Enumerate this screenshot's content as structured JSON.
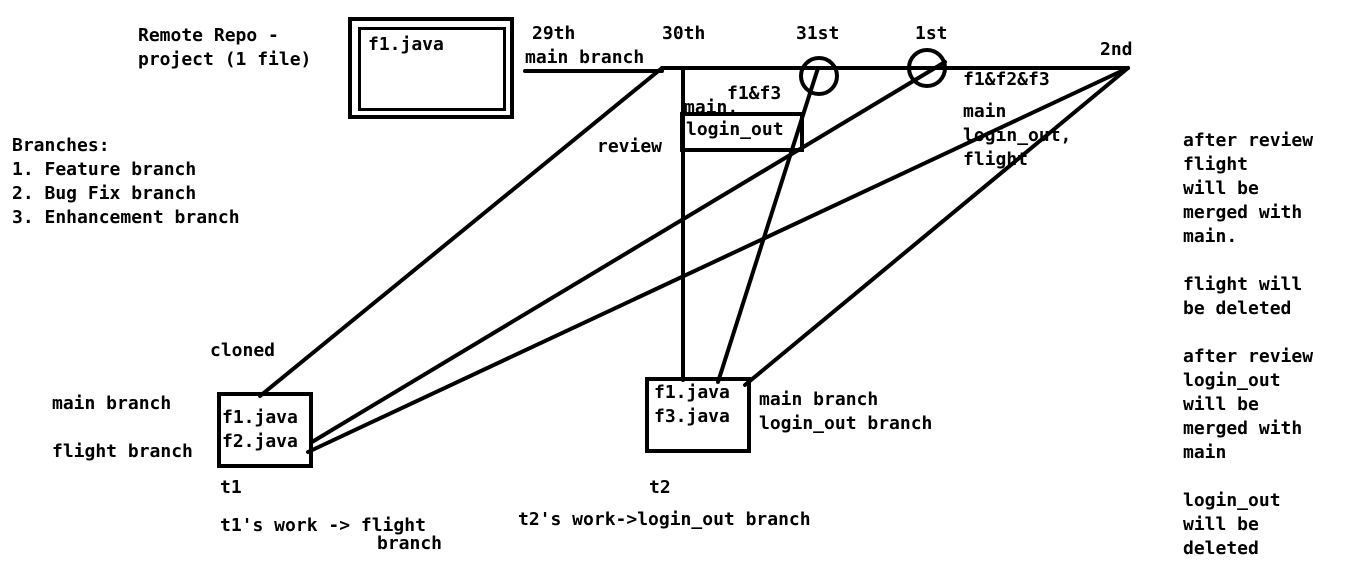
{
  "remote": {
    "title_line1": "Remote Repo -",
    "title_line2": "project (1 file)",
    "box_file": "f1.java"
  },
  "branches": {
    "heading": "Branches:",
    "items": [
      "1. Feature branch",
      "2. Bug Fix branch",
      "3. Enhancement branch"
    ]
  },
  "timeline": {
    "dates": [
      "29th",
      "30th",
      "31st",
      "1st",
      "2nd"
    ],
    "main_branch_label": "main branch",
    "review_label": "review",
    "f1f3_label": "f1&f3",
    "f1f2f3_label": "f1&f2&f3",
    "review_box_lines": [
      "main,",
      "login_out"
    ],
    "after_1st_lines": [
      "main",
      "login_out,",
      "flight"
    ]
  },
  "t1": {
    "cloned_label": "cloned",
    "main_branch_label": "main branch",
    "flight_branch_label": "flight branch",
    "files": [
      "f1.java",
      "f2.java"
    ],
    "name": "t1",
    "work_line1": "t1's work -> flight",
    "work_line2": "branch"
  },
  "t2": {
    "files": [
      "f1.java",
      "f3.java"
    ],
    "main_branch_label": "main branch",
    "login_branch_label": "login_out branch",
    "name": "t2",
    "work": "t2's work->login_out branch"
  },
  "notes": [
    "after review",
    "flight",
    "will be",
    "merged with",
    "main.",
    "",
    "flight will",
    "be deleted",
    "",
    "after review",
    "login_out",
    "will be",
    "merged with",
    "main",
    "",
    "login_out",
    "will be",
    "deleted"
  ]
}
